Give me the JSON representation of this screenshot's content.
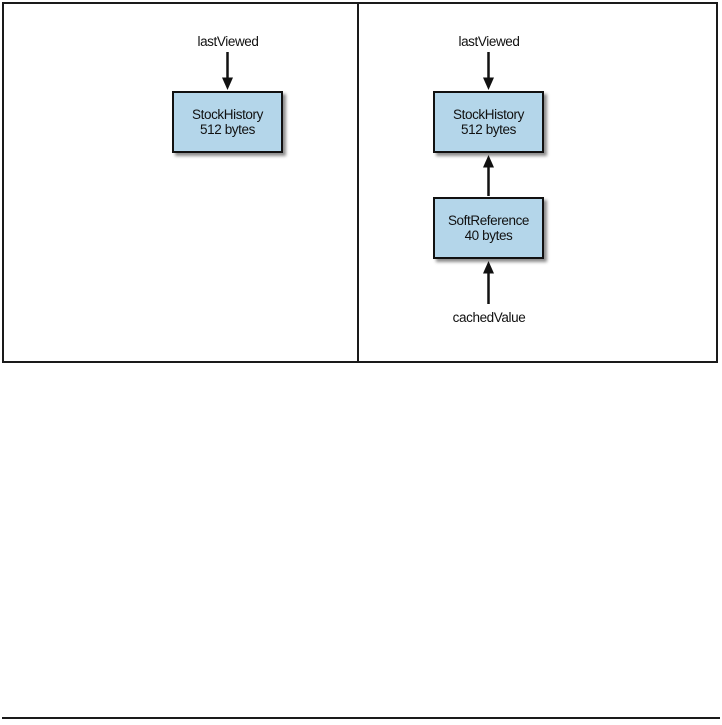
{
  "diagram": {
    "left_panel": {
      "pointer_label": "lastViewed",
      "node": {
        "title": "StockHistory",
        "size": "512 bytes"
      }
    },
    "right_panel": {
      "pointer_label": "lastViewed",
      "node_top": {
        "title": "StockHistory",
        "size": "512 bytes"
      },
      "node_bottom": {
        "title": "SoftReference",
        "size": "40 bytes"
      },
      "bottom_pointer_label": "cachedValue"
    },
    "colors": {
      "node_fill": "#b4d6ea",
      "node_border": "#111111",
      "line": "#111111",
      "frame_border": "#1a1a1a"
    }
  }
}
